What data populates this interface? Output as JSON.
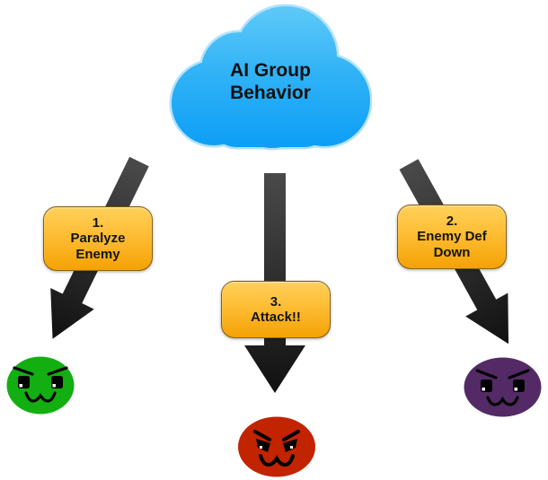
{
  "cloud": {
    "line1": "AI Group",
    "line2": "Behavior"
  },
  "steps": [
    {
      "lines": [
        "1.",
        "Paralyze",
        "Enemy"
      ]
    },
    {
      "lines": [
        "3.",
        "Attack!!"
      ]
    },
    {
      "lines": [
        "2.",
        "Enemy Def",
        "Down"
      ]
    }
  ],
  "enemies": [
    {
      "color": "#12ae12"
    },
    {
      "color": "#c22400"
    },
    {
      "color": "#542a66"
    }
  ],
  "colors": {
    "background": "#ffffff",
    "cloud_top": "#62cbf8",
    "cloud_mid": "#2eb1f6",
    "cloud_bottom": "#0b9df6",
    "cloud_outline": "#b3e2fa",
    "arrow_top": "#4a4a4a",
    "arrow_bottom": "#111111",
    "box_top": "#ffd159",
    "box_bottom": "#f4a203",
    "text_color": "#111111"
  }
}
